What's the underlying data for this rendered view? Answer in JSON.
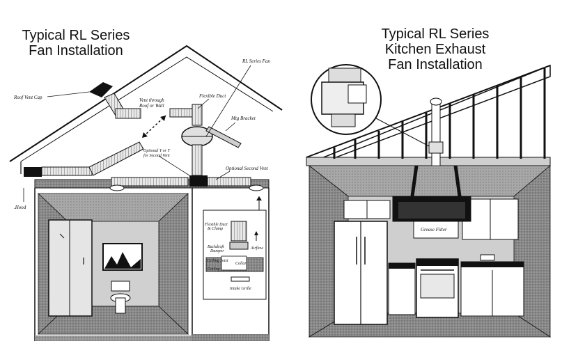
{
  "left_diagram": {
    "title_line1": "Typical RL Series",
    "title_line2": "Fan Installation",
    "labels": {
      "roof_vent_cap": "Roof Vent Cap",
      "vent_through_line1": "Vent through",
      "vent_through_line2": "Roof or Wall",
      "flexible_duct_top": "Flexible Duct",
      "rl_series_fan": "RL Series Fan",
      "mtg_bracket": "Mtg Bracket",
      "optional_y_line1": "Optional Y or T",
      "optional_y_line2": "for Second Vent",
      "optional_second_vent": "Optional Second Vent",
      "hood": ".Hood",
      "inset_flex_duct_line1": "Flexible Duct",
      "inset_flex_duct_line2": "& Clamp",
      "inset_backdraft_line1": "Backdraft",
      "inset_backdraft_line2": "Damper",
      "inset_airflow": "Airflow",
      "inset_ceiling_joist": "Ceiling Joist",
      "inset_collar": "Collar",
      "inset_ceiling": "Ceiling",
      "inset_intake_grille": "Intake Grille"
    }
  },
  "right_diagram": {
    "title_line1": "Typical RL Series",
    "title_line2": "Kitchen Exhaust",
    "title_line3": "Fan Installation",
    "labels": {
      "grease_filter": "Grease Filter"
    }
  },
  "colors": {
    "ink": "#111111",
    "wall_shade": "#7a7a7a",
    "floor_shade": "#9a9a9a",
    "light_gray": "#cfcfcf",
    "paper": "#ffffff"
  }
}
